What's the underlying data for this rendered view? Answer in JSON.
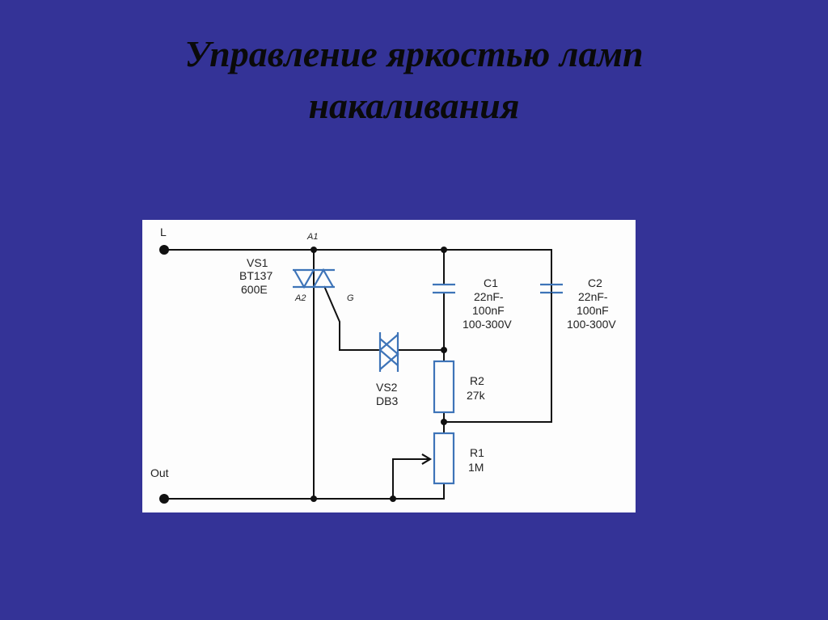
{
  "title": {
    "line1": "Управление яркостью ламп",
    "line2": "накаливания"
  },
  "diagram": {
    "terminal_in": "L",
    "terminal_out": "Out",
    "triac": {
      "name": "VS1",
      "part": "BT137",
      "rating": "600E",
      "pin_a1": "A1",
      "pin_a2": "A2",
      "pin_g": "G"
    },
    "diac": {
      "name": "VS2",
      "part": "DB3"
    },
    "c1": {
      "name": "C1",
      "value1": "22nF-",
      "value2": "100nF",
      "voltage": "100-300V"
    },
    "c2": {
      "name": "C2",
      "value1": "22nF-",
      "value2": "100nF",
      "voltage": "100-300V"
    },
    "r2": {
      "name": "R2",
      "value": "27k"
    },
    "r1": {
      "name": "R1",
      "value": "1M"
    }
  },
  "colors": {
    "background": "#343397",
    "component": "#3e74b8"
  }
}
